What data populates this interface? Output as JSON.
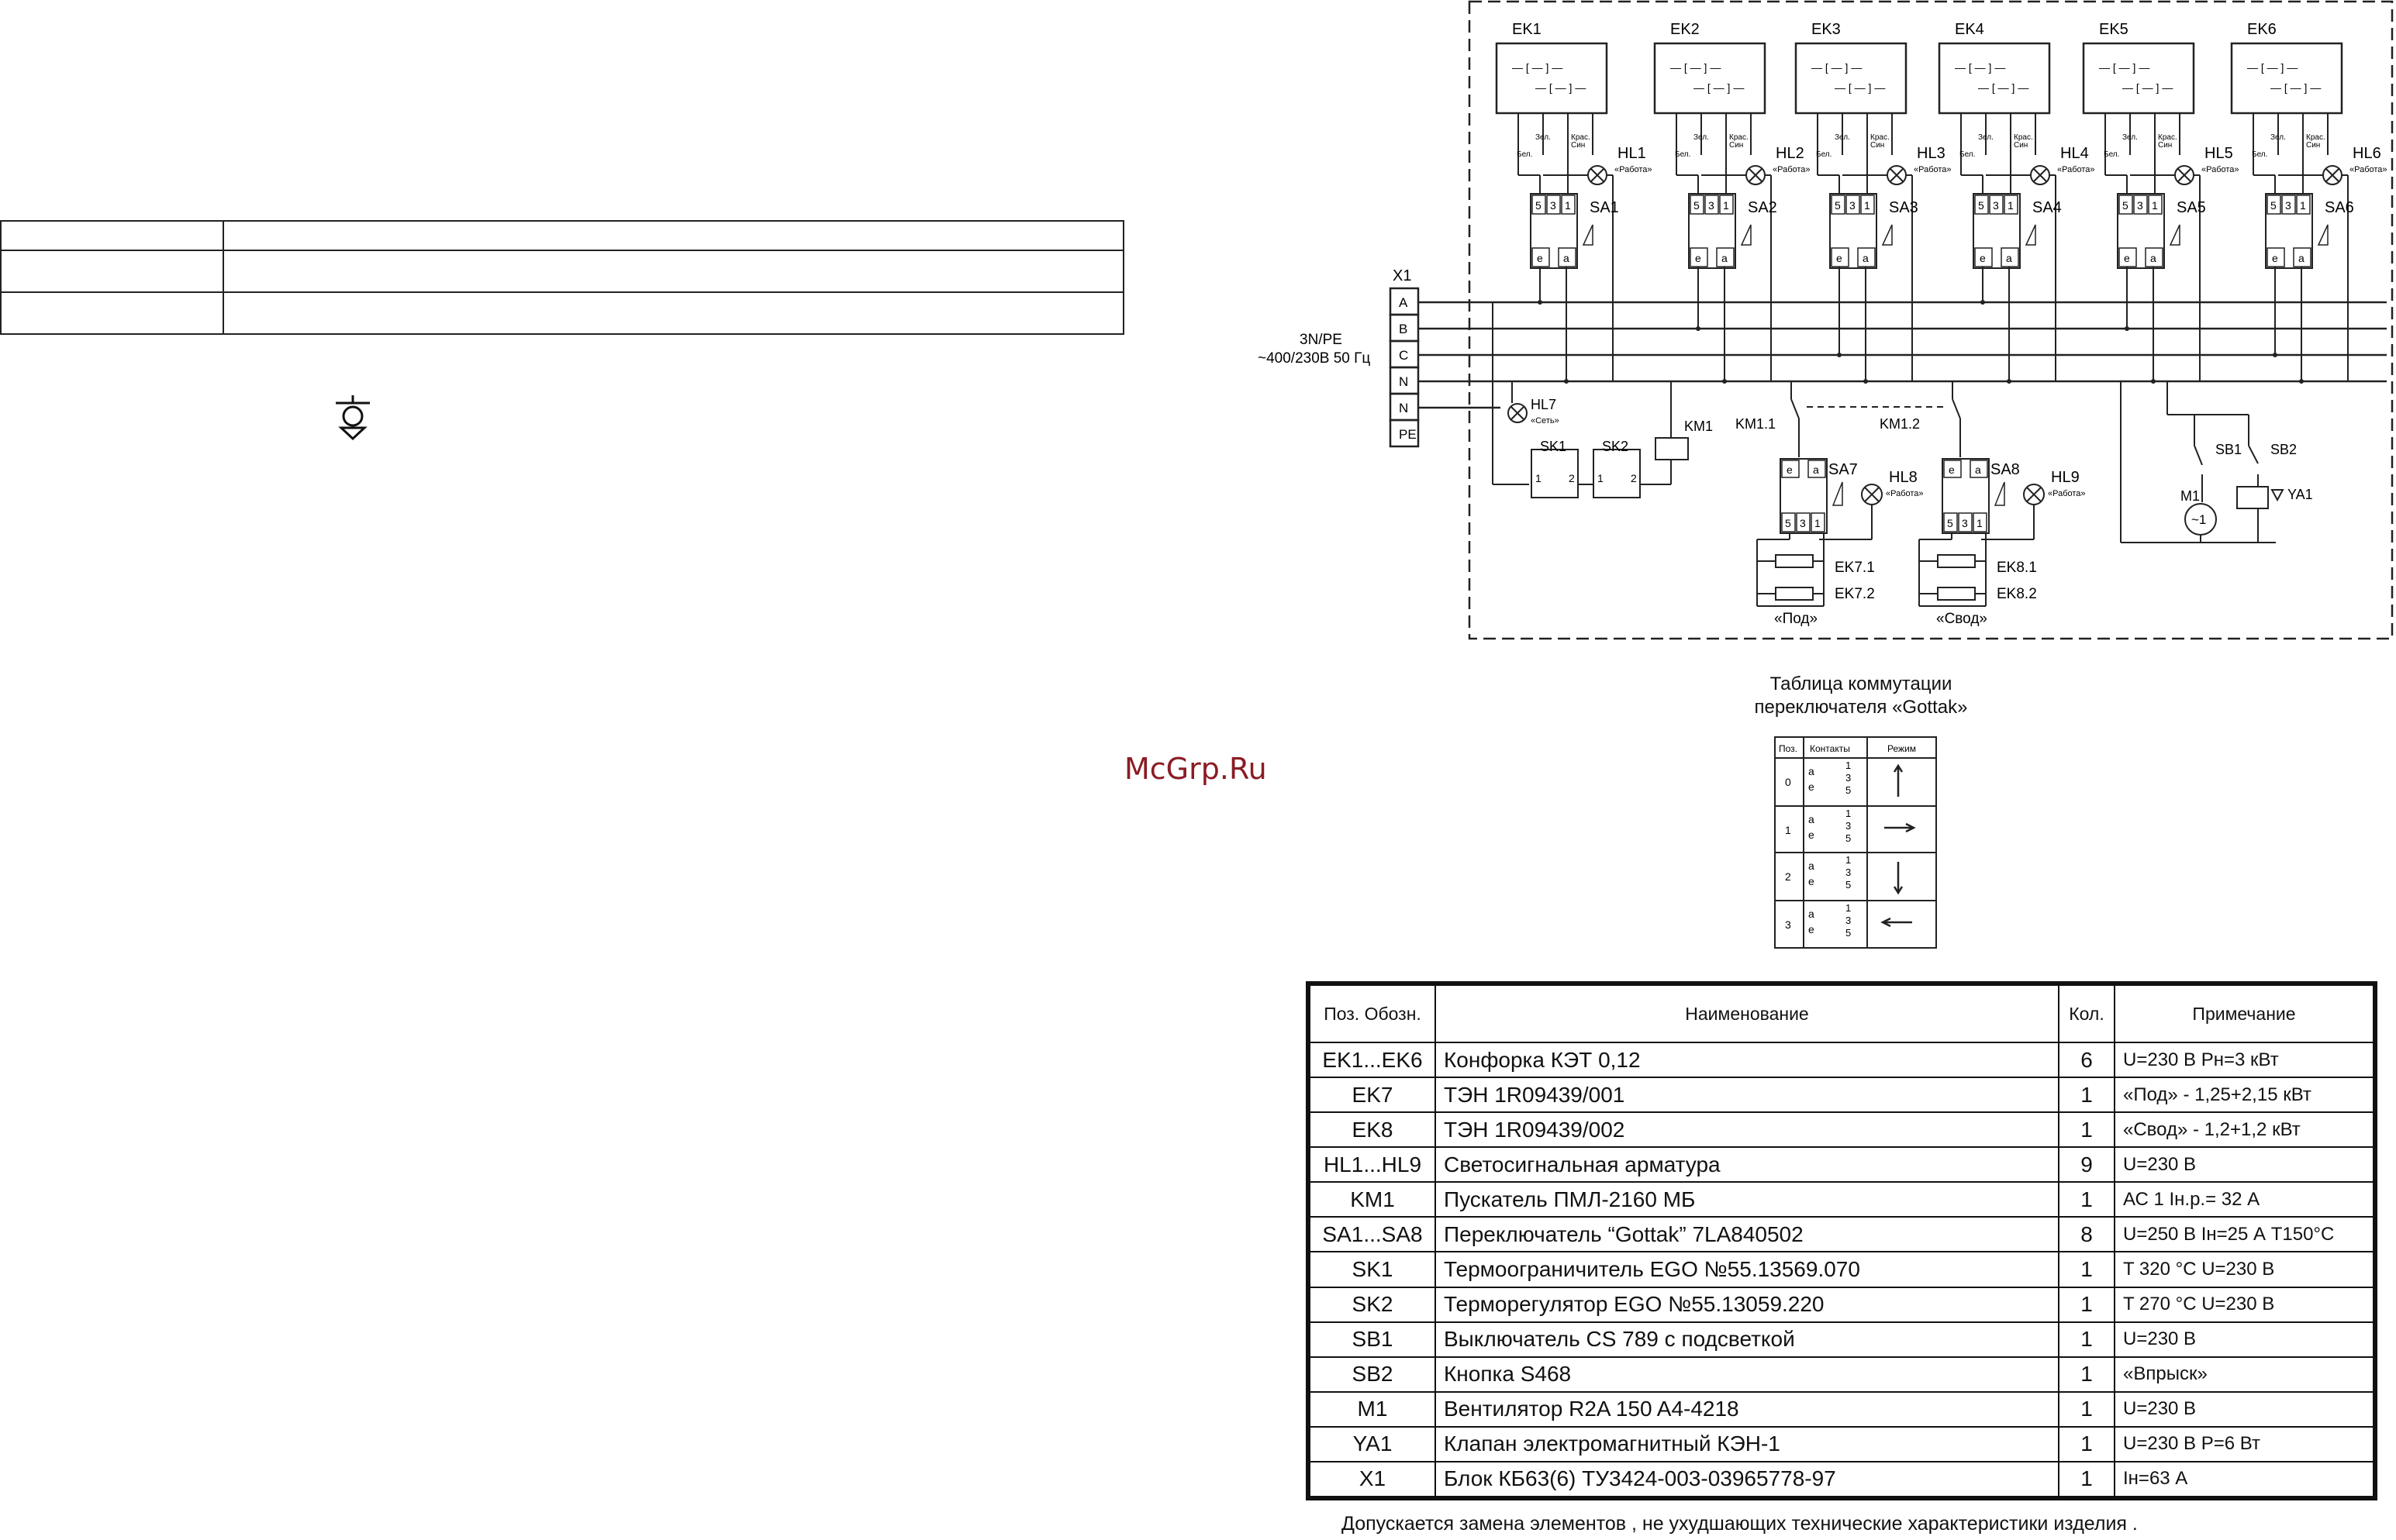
{
  "watermark": "McGrp.Ru",
  "schematic": {
    "supply_label_1": "3N/PE",
    "supply_label_2": "~400/230В 50 Гц",
    "terminal_block": "X1",
    "terminals": [
      "A",
      "B",
      "C",
      "N",
      "N",
      "PE"
    ],
    "burners": [
      {
        "ek": "EK1",
        "hl": "HL1",
        "sa": "SA1"
      },
      {
        "ek": "EK2",
        "hl": "HL2",
        "sa": "SA2"
      },
      {
        "ek": "EK3",
        "hl": "HL3",
        "sa": "SA3"
      },
      {
        "ek": "EK4",
        "hl": "HL4",
        "sa": "SA4"
      },
      {
        "ek": "EK5",
        "hl": "HL5",
        "sa": "SA5"
      },
      {
        "ek": "EK6",
        "hl": "HL6",
        "sa": "SA6"
      }
    ],
    "lamp_work_label": "«Работа»",
    "wire_labels": [
      "Бел.",
      "Зел.",
      "Крас.",
      "Син"
    ],
    "contact_nums": [
      "5",
      "3",
      "1"
    ],
    "contact_ae": [
      "e",
      "a"
    ],
    "hl7": "HL7",
    "hl7_label": "«Сеть»",
    "sk1": "SK1",
    "sk2": "SK2",
    "km1": "KM1",
    "km11": "KM1.1",
    "km12": "KM1.2",
    "sa7": "SA7",
    "sa8": "SA8",
    "hl8": "HL8",
    "hl9": "HL9",
    "ek71": "EK7.1",
    "ek72": "EK7.2",
    "ek81": "EK8.1",
    "ek82": "EK8.2",
    "pod_label": "«Под»",
    "svod_label": "«Свод»",
    "sb1": "SB1",
    "sb2": "SB2",
    "m1": "M1",
    "m1_symbol": "~1",
    "ya1": "YA1",
    "sk_pin1": "1",
    "sk_pin2": "2"
  },
  "switch_table": {
    "title_1": "Таблица коммутации",
    "title_2": "переключателя «Gottak»",
    "headers": [
      "Поз.",
      "Контакты",
      "Режим"
    ],
    "positions": [
      "0",
      "1",
      "2",
      "3"
    ],
    "contact_labels": [
      "a",
      "e",
      "1",
      "3",
      "5"
    ]
  },
  "parts_list": {
    "headers": {
      "pos": "Поз. Обозн.",
      "name": "Наименование",
      "qty": "Кол.",
      "note": "Примечание"
    },
    "rows": [
      {
        "pos": "EK1...EK6",
        "name": "Конфорка КЭТ 0,12",
        "qty": "6",
        "note": "U=230 В   Pн=3 кВт"
      },
      {
        "pos": "EK7",
        "name": "ТЭН 1R09439/001",
        "qty": "1",
        "note": "«Под»  - 1,25+2,15 кВт"
      },
      {
        "pos": "EK8",
        "name": "ТЭН 1R09439/002",
        "qty": "1",
        "note": "«Свод»  - 1,2+1,2 кВт"
      },
      {
        "pos": "HL1...HL9",
        "name": "Светосигнальная арматура",
        "qty": "9",
        "note": "U=230 В"
      },
      {
        "pos": "KM1",
        "name": "Пускатель ПМЛ-2160 МБ",
        "qty": "1",
        "note": "АС 1  Iн.р.= 32 А"
      },
      {
        "pos": "SA1...SA8",
        "name": "Переключатель “Gottak”   7LA840502",
        "qty": "8",
        "note": "U=250 В   Iн=25 А   T150°С"
      },
      {
        "pos": "SK1",
        "name": "Термоограничитель    EGO №55.13569.070",
        "qty": "1",
        "note": "T 320 °С  U=230 В"
      },
      {
        "pos": "SK2",
        "name": "Терморегулятор     EGO №55.13059.220",
        "qty": "1",
        "note": "T 270 °С  U=230 В"
      },
      {
        "pos": "SB1",
        "name": "Выключатель CS  789 с подсветкой",
        "qty": "1",
        "note": "U=230 В"
      },
      {
        "pos": "SB2",
        "name": "Кнопка S468",
        "qty": "1",
        "note": "«Впрыск»"
      },
      {
        "pos": "M1",
        "name": "Вентилятор R2A 150 A4-4218",
        "qty": "1",
        "note": "U=230 В"
      },
      {
        "pos": "YA1",
        "name": "Клапан электромагнитный КЭН-1",
        "qty": "1",
        "note": "U=230 В   P=6 Вт"
      },
      {
        "pos": "X1",
        "name": "Блок КБ63(6) ТУ3424-003-03965778-97",
        "qty": "1",
        "note": "Iн=63 А"
      }
    ]
  },
  "footer_note": "Допускается замена элементов  , не ухудшающих технические характеристики изделия  ."
}
